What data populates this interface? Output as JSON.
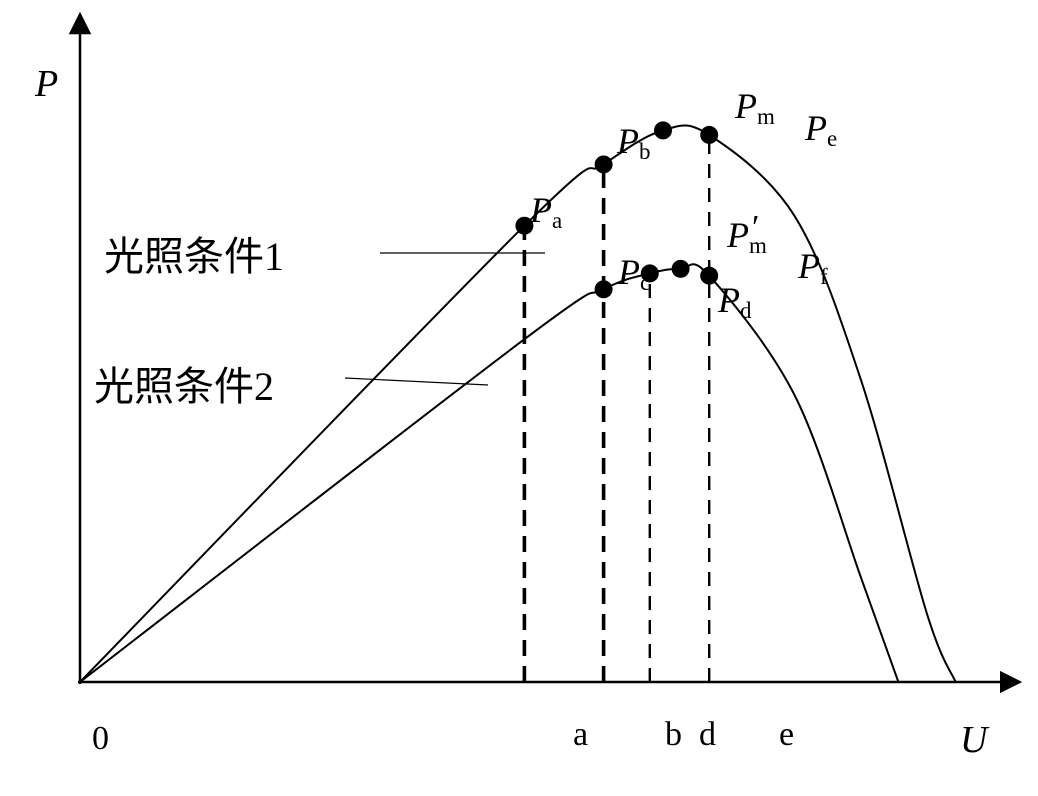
{
  "chart_data": {
    "type": "line",
    "title": "",
    "xlabel": "U",
    "ylabel": "P",
    "origin_label": "0",
    "x_ticks": [
      "a",
      "b",
      "d",
      "e"
    ],
    "series": [
      {
        "name": "光照条件1",
        "color": "#000000",
        "x": [
          0,
          2.02,
          2.38,
          2.65,
          2.86,
          3.25,
          3.55,
          3.85,
          3.98
        ],
        "y": [
          0,
          2.01,
          2.28,
          2.43,
          2.41,
          2.05,
          1.33,
          0.3,
          0
        ]
      },
      {
        "name": "光照条件2",
        "color": "#000000",
        "x": [
          0,
          2.02,
          2.38,
          2.59,
          2.73,
          2.86,
          3.25,
          3.55,
          3.72
        ],
        "y": [
          0,
          1.51,
          1.73,
          1.8,
          1.82,
          1.79,
          1.26,
          0.46,
          0
        ]
      }
    ],
    "points": [
      {
        "label": "P",
        "sub": "a",
        "prime": false
      },
      {
        "label": "P",
        "sub": "b",
        "prime": false
      },
      {
        "label": "P",
        "sub": "m",
        "prime": false
      },
      {
        "label": "P",
        "sub": "e",
        "prime": false
      },
      {
        "label": "P",
        "sub": "c",
        "prime": false
      },
      {
        "label": "P",
        "sub": "d",
        "prime": false
      },
      {
        "label": "P",
        "sub": "m",
        "prime": true
      },
      {
        "label": "P",
        "sub": "f",
        "prime": false
      }
    ],
    "dashed_lines": [
      "a",
      "b",
      "d",
      "e"
    ],
    "grid": false,
    "legend": "none"
  }
}
